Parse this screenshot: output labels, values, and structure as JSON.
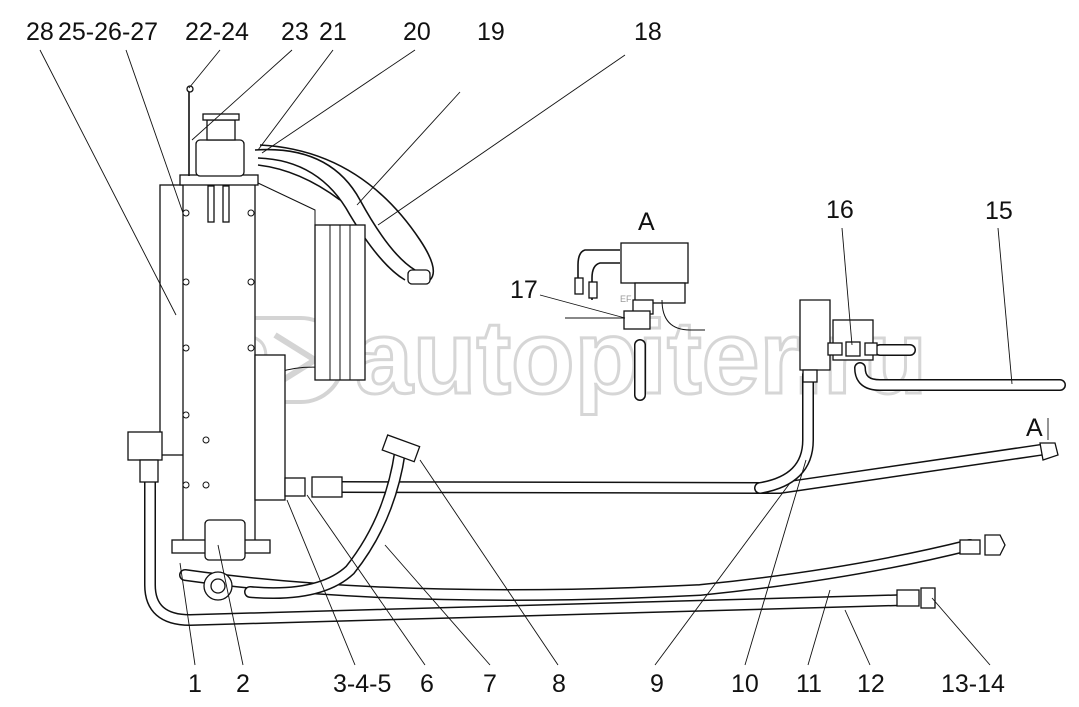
{
  "callouts_top": [
    "28",
    "25-26-27",
    "22-24",
    "23",
    "21",
    "20",
    "19",
    "18"
  ],
  "callouts_right": {
    "c16": "16",
    "c15": "15",
    "c17": "17",
    "view_a_top": "A",
    "view_a_right": "A"
  },
  "callouts_bottom": [
    "1",
    "2",
    "3-4-5",
    "6",
    "7",
    "8",
    "9",
    "10",
    "11",
    "12",
    "13-14"
  ],
  "small_mark": "EF",
  "watermark": "autopiter.ru"
}
